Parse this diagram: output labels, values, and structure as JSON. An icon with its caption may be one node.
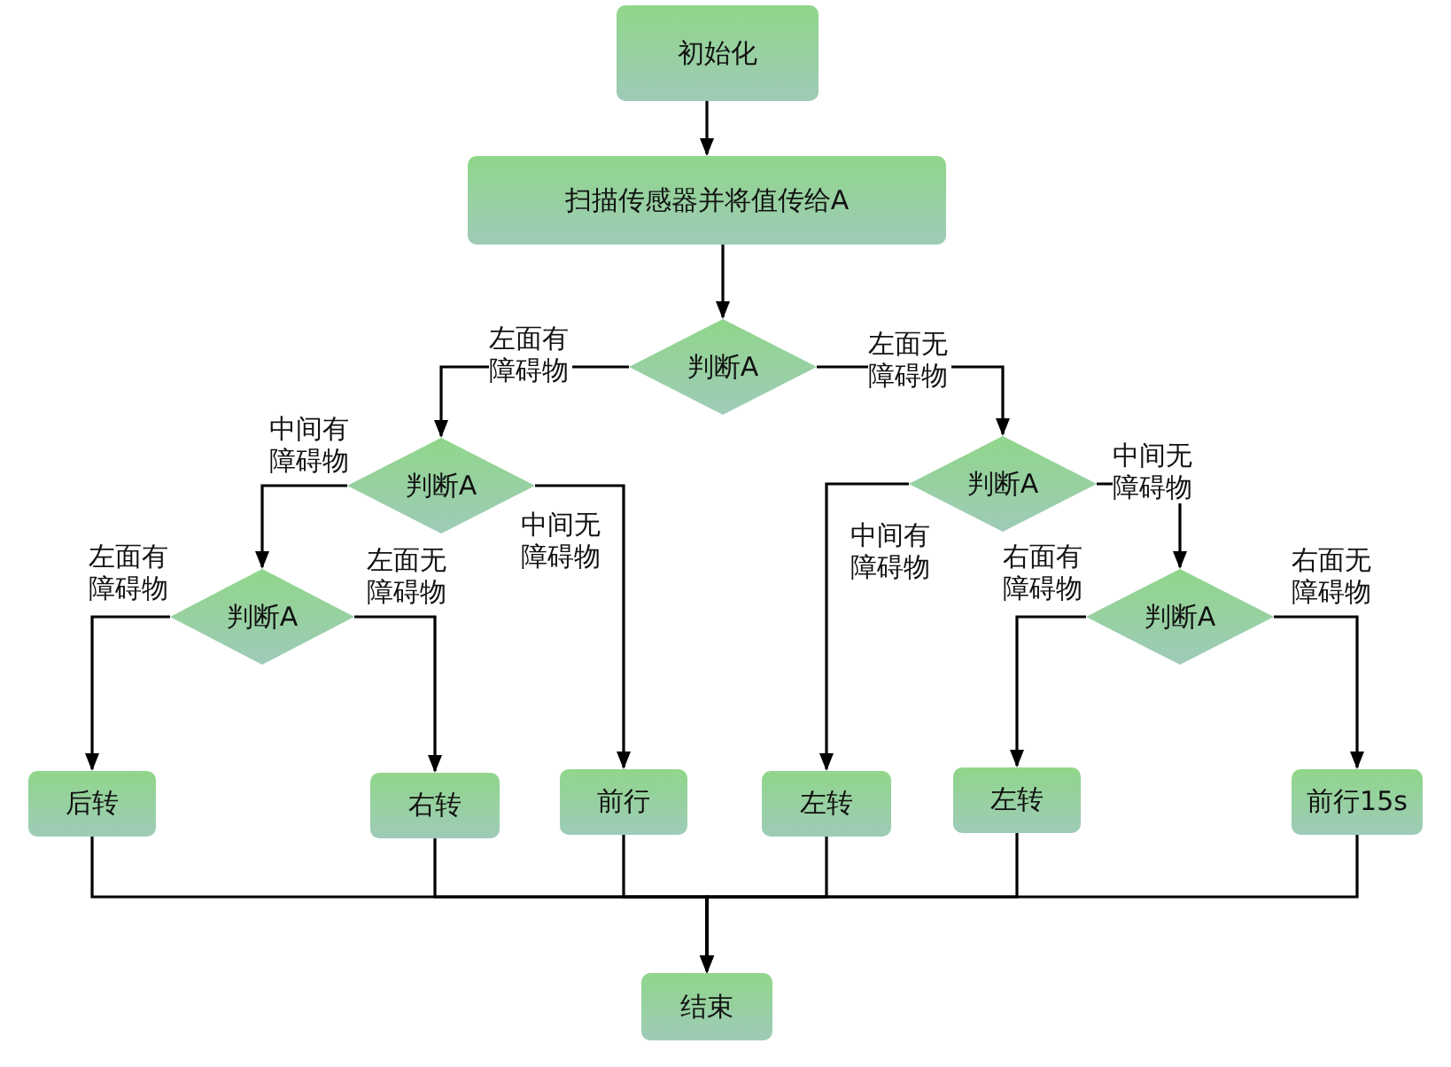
{
  "diagram": {
    "nodes": [
      {
        "text": [
          "初始化"
        ]
      },
      {
        "text": [
          "扫描传感器并将值传给A"
        ]
      },
      {
        "text": [
          "判断A"
        ]
      },
      {
        "text": [
          "判断A"
        ]
      },
      {
        "text": [
          "判断A"
        ]
      },
      {
        "text": [
          "后转"
        ]
      },
      {
        "text": [
          "右转"
        ]
      },
      {
        "text": [
          "前行"
        ]
      },
      {
        "text": [
          "判断A"
        ]
      },
      {
        "text": [
          "左转"
        ]
      },
      {
        "text": [
          "判断A"
        ]
      },
      {
        "text": [
          "左转"
        ]
      },
      {
        "text": [
          "前行15s"
        ]
      },
      {
        "text": [
          "结束"
        ]
      }
    ],
    "edges": [
      {
        "from": 0,
        "to": 1,
        "arrow": "to"
      },
      {
        "from": 1,
        "to": 2,
        "arrow": "to"
      },
      {
        "from": 2,
        "to": 3,
        "arrow": "to",
        "label": "左面有障碍物"
      },
      {
        "from": 2,
        "to": 8,
        "arrow": "to",
        "label": "左面无障碍物"
      },
      {
        "from": 3,
        "to": 4,
        "arrow": "to",
        "label": "中间有障碍物"
      },
      {
        "from": 3,
        "to": 7,
        "arrow": "to",
        "label": "中间无障碍物"
      },
      {
        "from": 4,
        "to": 5,
        "arrow": "to",
        "label": "左面有障碍物"
      },
      {
        "from": 4,
        "to": 6,
        "arrow": "to",
        "label": "左面无障碍物"
      },
      {
        "from": 8,
        "to": 9,
        "arrow": "to",
        "label": "中间有障碍物"
      },
      {
        "from": 8,
        "to": 10,
        "arrow": "to",
        "label": "中间无障碍物"
      },
      {
        "from": 10,
        "to": 11,
        "arrow": "to",
        "label": "右面有障碍物"
      },
      {
        "from": 10,
        "to": 12,
        "arrow": "to",
        "label": "右面无障碍物"
      },
      {
        "from": 5,
        "to": 13,
        "arrow": "to"
      },
      {
        "from": 6,
        "to": 13,
        "arrow": "to"
      },
      {
        "from": 7,
        "to": 13,
        "arrow": "to"
      },
      {
        "from": 9,
        "to": 13,
        "arrow": "to"
      },
      {
        "from": 11,
        "to": 13,
        "arrow": "to"
      },
      {
        "from": 12,
        "to": 13,
        "arrow": "to"
      }
    ]
  }
}
